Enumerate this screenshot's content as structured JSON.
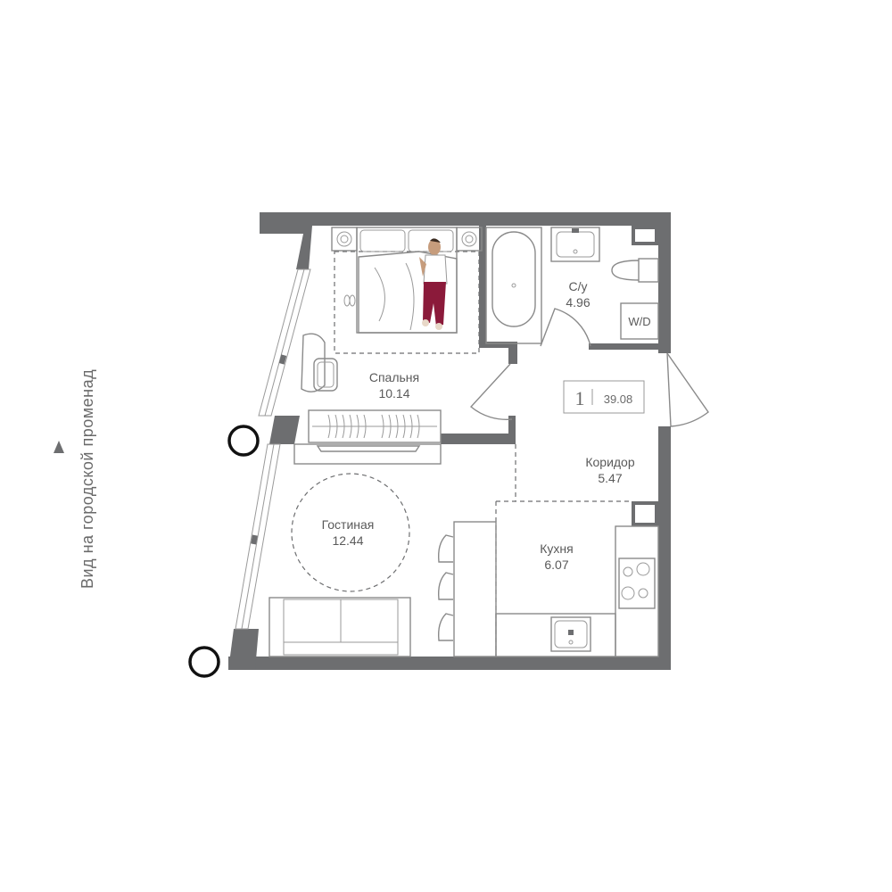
{
  "view_caption": "Вид на городской променад",
  "apartment": {
    "rooms": "1",
    "total_area": "39.08"
  },
  "rooms": {
    "bedroom": {
      "name": "Спальня",
      "area": "10.14"
    },
    "bathroom": {
      "name": "С/у",
      "area": "4.96"
    },
    "corridor": {
      "name": "Коридор",
      "area": "5.47"
    },
    "living": {
      "name": "Гостиная",
      "area": "12.44"
    },
    "kitchen": {
      "name": "Кухня",
      "area": "6.07"
    }
  },
  "washer_label": "W/D",
  "colors": {
    "wall": "#6d6e70",
    "lines": "#8a8a8a",
    "figure_pants": "#8b1a3a",
    "background": "#ffffff"
  }
}
